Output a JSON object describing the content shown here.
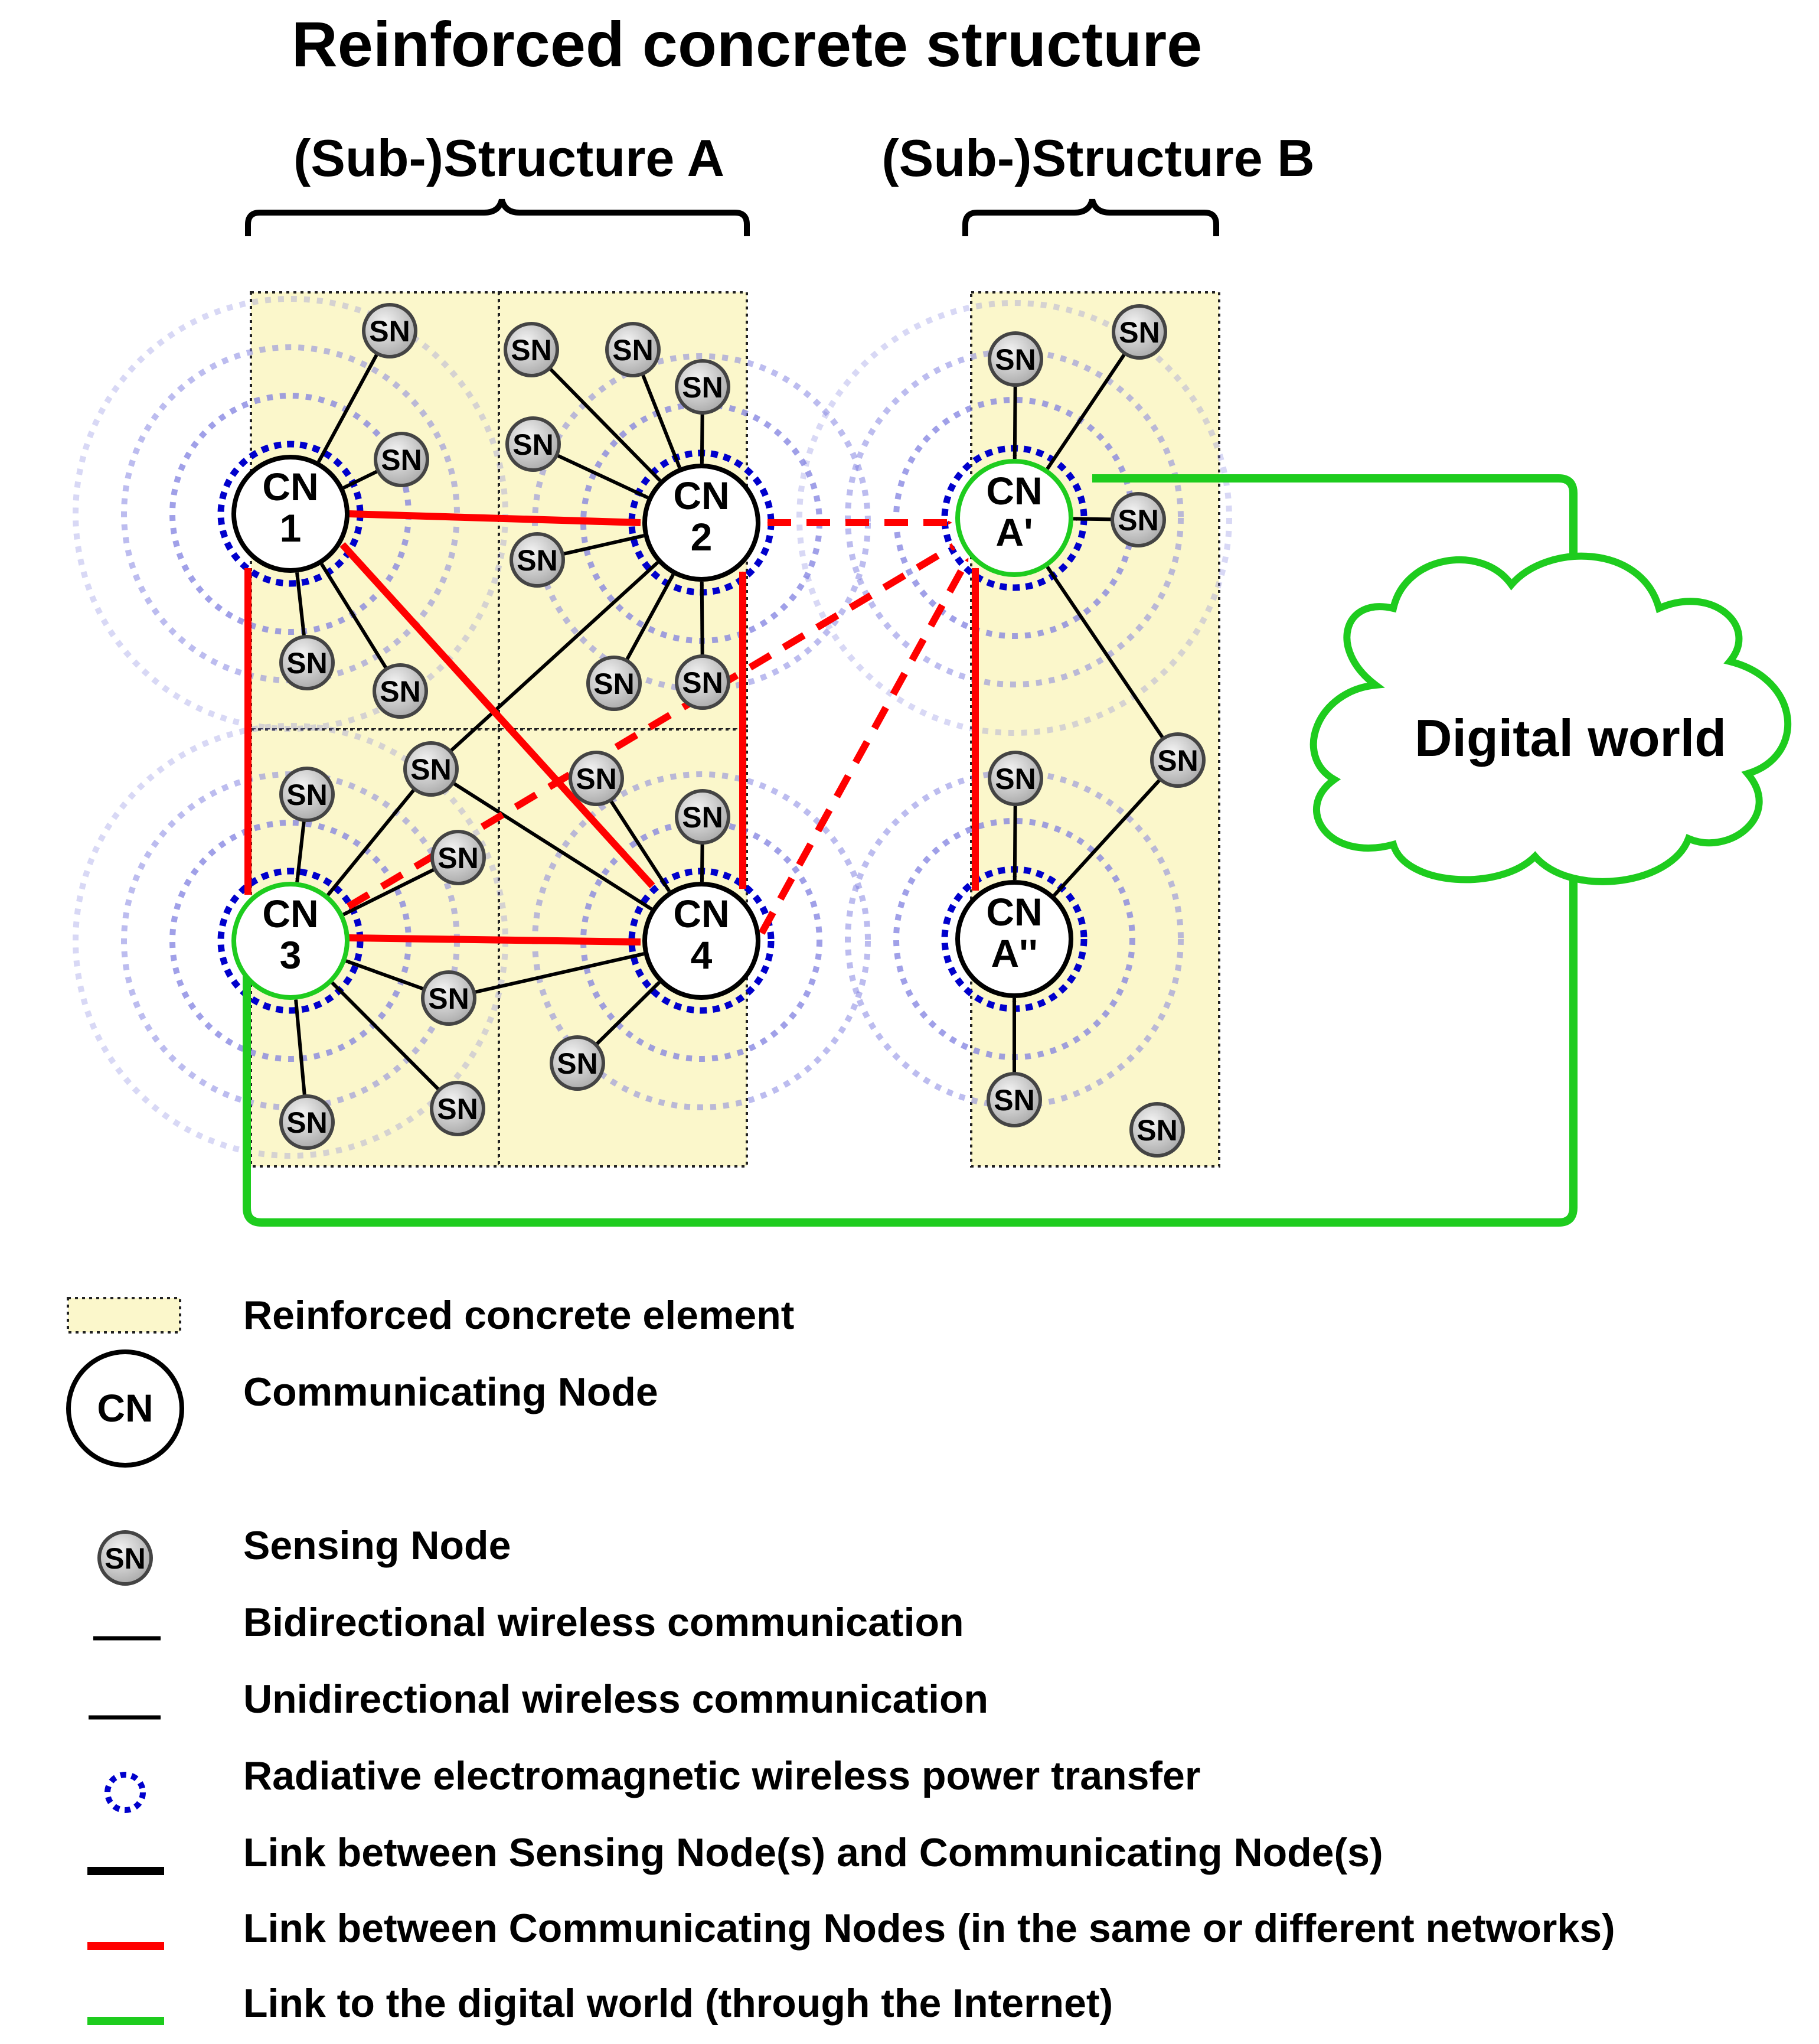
{
  "title": "Reinforced concrete structure",
  "substructures": {
    "a": "(Sub-)Structure A",
    "b": "(Sub-)Structure B"
  },
  "communicating_nodes": {
    "cn1": [
      "CN",
      "1"
    ],
    "cn2": [
      "CN",
      "2"
    ],
    "cn3": [
      "CN",
      "3"
    ],
    "cn4": [
      "CN",
      "4"
    ],
    "cna1": [
      "CN",
      "A'"
    ],
    "cna2": [
      "CN",
      "A''"
    ]
  },
  "sensing_node_label": "SN",
  "cloud_label": "Digital world",
  "colors": {
    "concrete_fill": "#fbf7cb",
    "sn_link": "#000000",
    "cn_link": "#ff0000",
    "internet_link": "#1ecc1e",
    "power_ring_inner": "#0000cc",
    "power_ring_outer": "#8080e0"
  },
  "legend": [
    {
      "symbol": "concrete-element-swatch",
      "label": "Reinforced concrete element"
    },
    {
      "symbol": "communicating-node-circle",
      "label": "Communicating Node",
      "symbol_text": "CN"
    },
    {
      "symbol": "sensing-node-circle",
      "label": "Sensing Node",
      "symbol_text": "SN"
    },
    {
      "symbol": "double-arrow-icon",
      "label": "Bidirectional wireless communication"
    },
    {
      "symbol": "single-arrow-icon",
      "label": "Unidirectional wireless communication"
    },
    {
      "symbol": "dotted-ring-icon",
      "label": "Radiative electromagnetic wireless power transfer"
    },
    {
      "symbol": "black-line-icon",
      "label": "Link between Sensing Node(s) and Communicating Node(s)"
    },
    {
      "symbol": "red-line-icon",
      "label": "Link between Communicating Nodes (in the same or different networks)"
    },
    {
      "symbol": "green-line-icon",
      "label": "Link to the digital world (through the Internet)"
    }
  ]
}
